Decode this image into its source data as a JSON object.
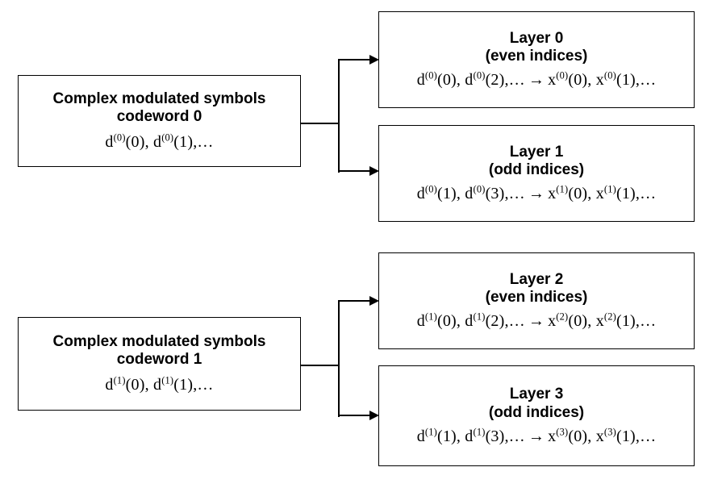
{
  "diagram": {
    "codewords": [
      {
        "title_line1": "Complex modulated symbols",
        "title_line2": "codeword 0",
        "math": {
          "sym": "d",
          "sup": "(0)",
          "idx1": "(0)",
          "idx2": "(1)",
          "tail": ",…",
          "sep": ", ",
          "full": "d(0)(0), d(0)(1),…"
        }
      },
      {
        "title_line1": "Complex modulated symbols",
        "title_line2": "codeword 1",
        "math": {
          "sym": "d",
          "sup": "(1)",
          "idx1": "(0)",
          "idx2": "(1)",
          "tail": ",…",
          "sep": ", ",
          "full": "d(1)(0), d(1)(1),…"
        }
      }
    ],
    "layers": [
      {
        "title": "Layer 0",
        "subtitle": "(even indices)",
        "in_sym": "d",
        "in_sup": "(0)",
        "in_idx1": "(0)",
        "in_idx2": "(2)",
        "arrow": "→",
        "out_sym": "x",
        "out_sup": "(0)",
        "out_idx1": "(0)",
        "out_idx2": "(1)",
        "tail": ",…",
        "sep": ", ",
        "full": "d(0)(0), d(0)(2),… → x(0)(0), x(0)(1),…"
      },
      {
        "title": "Layer 1",
        "subtitle": "(odd indices)",
        "in_sym": "d",
        "in_sup": "(0)",
        "in_idx1": "(1)",
        "in_idx2": "(3)",
        "arrow": "→",
        "out_sym": "x",
        "out_sup": "(1)",
        "out_idx1": "(0)",
        "out_idx2": "(1)",
        "tail": ",…",
        "sep": ", ",
        "full": "d(0)(1), d(0)(3),… → x(1)(0), x(1)(1),…"
      },
      {
        "title": "Layer 2",
        "subtitle": "(even indices)",
        "in_sym": "d",
        "in_sup": "(1)",
        "in_idx1": "(0)",
        "in_idx2": "(2)",
        "arrow": "→",
        "out_sym": "x",
        "out_sup": "(2)",
        "out_idx1": "(0)",
        "out_idx2": "(1)",
        "tail": ",…",
        "sep": ", ",
        "full": "d(1)(0), d(1)(2),… → x(2)(0), x(2)(1),…"
      },
      {
        "title": "Layer 3",
        "subtitle": "(odd indices)",
        "in_sym": "d",
        "in_sup": "(1)",
        "in_idx1": "(1)",
        "in_idx2": "(3)",
        "arrow": "→",
        "out_sym": "x",
        "out_sup": "(3)",
        "out_idx1": "(0)",
        "out_idx2": "(1)",
        "tail": ",…",
        "sep": ", ",
        "full": "d(1)(1), d(1)(3),… → x(3)(0), x(3)(1),…"
      }
    ],
    "colors": {
      "stroke": "#000000",
      "background": "#ffffff",
      "text": "#000000"
    }
  }
}
